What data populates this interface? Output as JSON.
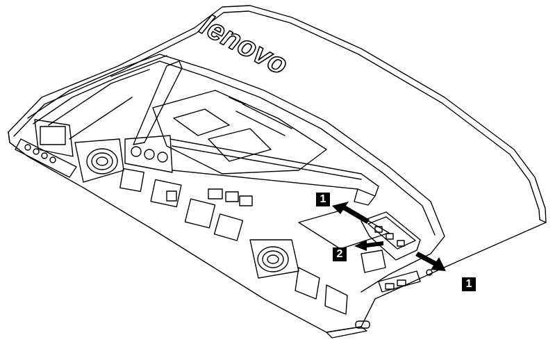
{
  "brand": {
    "logo_text": "lenovo"
  },
  "callouts": {
    "first_a": "1",
    "second": "2",
    "first_b": "1"
  },
  "colors": {
    "ink": "#000000",
    "paper": "#ffffff"
  }
}
